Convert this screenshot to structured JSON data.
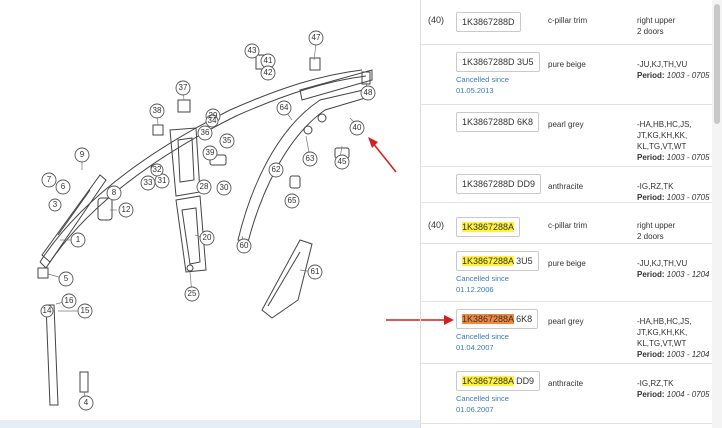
{
  "diagram": {
    "callouts": [
      "47",
      "43",
      "40",
      "48",
      "41",
      "42",
      "38",
      "37",
      "29",
      "35",
      "64",
      "36",
      "34",
      "39",
      "63",
      "45",
      "9",
      "7",
      "6",
      "8",
      "12",
      "33",
      "31",
      "32",
      "28",
      "30",
      "62",
      "65",
      "3",
      "20",
      "1",
      "60",
      "61",
      "5",
      "25",
      "16",
      "15",
      "14",
      "4"
    ]
  },
  "groups": [
    {
      "position": "(40)",
      "rows": [
        {
          "part": "1K3867288D",
          "hl": "",
          "suffix": "",
          "desc": "c-pillar trim",
          "note": [
            "right upper",
            "2 doors"
          ],
          "period": ""
        },
        {
          "part": "1K3867288D",
          "hl": "",
          "suffix": " 3U5",
          "desc": "pure beige",
          "cancel_label": "Cancelled since",
          "cancel_date": "01.05.2013",
          "note": [
            "-JU,KJ,TH,VU"
          ],
          "period": "1003 - 0705"
        },
        {
          "part": "1K3867288D",
          "hl": "",
          "suffix": " 6K8",
          "desc": "pearl grey",
          "note": [
            "-HA,HB,HC,JS,",
            "JT,KG,KH,KK,",
            "KL,TG,VT,WT"
          ],
          "period": "1003 - 0705"
        },
        {
          "part": "1K3867288D",
          "hl": "",
          "suffix": " DD9",
          "desc": "anthracite",
          "note": [
            "-IG,RZ,TK"
          ],
          "period": "1003 - 0705"
        }
      ]
    },
    {
      "position": "(40)",
      "rows": [
        {
          "part": "1K3867288A",
          "hl": "yellow",
          "suffix": "",
          "desc": "c-pillar trim",
          "note": [
            "right upper",
            "2 doors"
          ],
          "period": ""
        },
        {
          "part": "1K3867288A",
          "hl": "yellow",
          "suffix": " 3U5",
          "desc": "pure beige",
          "cancel_label": "Cancelled since",
          "cancel_date": "01.12.2006",
          "note": [
            "-JU,KJ,TH,VU"
          ],
          "period": "1003 - 1204"
        },
        {
          "part": "1K3867288A",
          "hl": "orange",
          "suffix": " 6K8",
          "desc": "pearl grey",
          "cancel_label": "Cancelled since",
          "cancel_date": "01.04.2007",
          "note": [
            "-HA,HB,HC,JS,",
            "JT,KG,KH,KK,",
            "KL,TG,VT,WT"
          ],
          "period": "1003 - 1204"
        },
        {
          "part": "1K3867288A",
          "hl": "yellow",
          "suffix": " DD9",
          "desc": "anthracite",
          "cancel_label": "Cancelled since",
          "cancel_date": "01.06.2007",
          "note": [
            "-IG,RZ,TK"
          ],
          "period": "1004 - 0705"
        }
      ]
    }
  ],
  "period_label": "Period:",
  "colors": {
    "highlight_yellow": "#fff23a",
    "highlight_orange": "#f0883e",
    "cancel_blue": "#3b7ab8",
    "arrow_red": "#d42020"
  }
}
